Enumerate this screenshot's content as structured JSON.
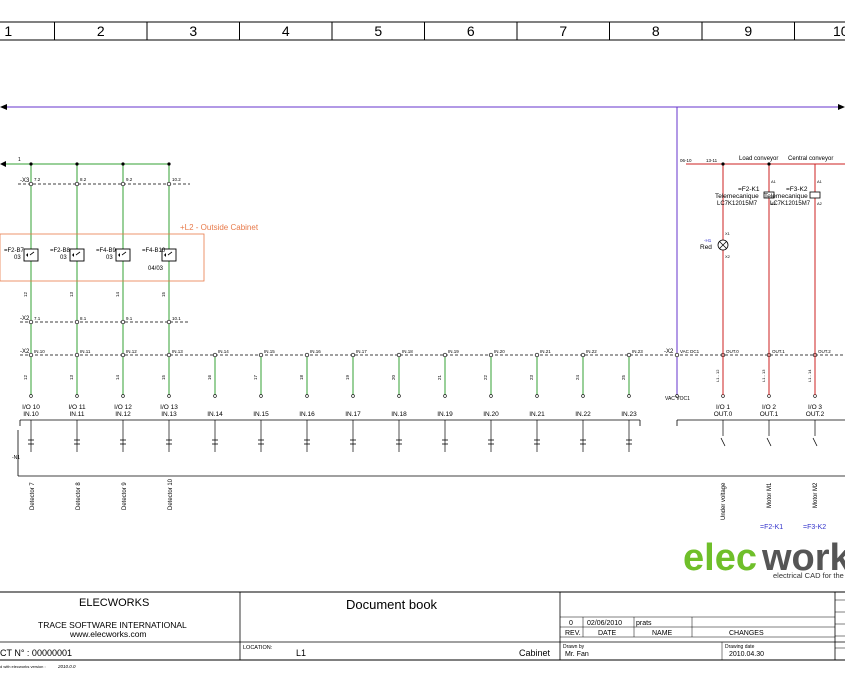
{
  "ruler": {
    "columns": [
      "1",
      "2",
      "3",
      "4",
      "5",
      "6",
      "7",
      "8",
      "9",
      "10"
    ]
  },
  "wires": {
    "top_marker": "1",
    "left_ref": "-X3",
    "row1_terms": [
      "7.2",
      "8.2",
      "9.2",
      "10.2"
    ],
    "right_top_ref_a": "06-10",
    "right_top_ref_b": "13-11",
    "x2_ref": "-X2",
    "x2_row1_terms": [
      "7.1",
      "8.1",
      "9.1",
      "10.1"
    ],
    "x2_row2_terms": [
      "IN.10",
      "IN.11",
      "IN.12",
      "IN.13",
      "IN.14",
      "IN.15",
      "IN.16",
      "IN.17",
      "IN.18",
      "IN.19",
      "IN.20",
      "IN.21",
      "IN.22",
      "IN.23"
    ],
    "wire_nums_mid": [
      "12",
      "13",
      "14",
      "15"
    ],
    "wire_nums_low": [
      "12",
      "13",
      "14",
      "15",
      "16",
      "17",
      "18",
      "19",
      "20",
      "21",
      "22",
      "23",
      "24",
      "25"
    ],
    "vac_top": "VAC DC1",
    "out_terms": [
      "OUT.0",
      "OUT.1",
      "OUT.2"
    ],
    "colors": {
      "purple": "#6633cc",
      "green": "#33a033",
      "red": "#cc2222",
      "orange": "#e87a4a",
      "blue": "#3333cc"
    }
  },
  "outside_cabinet": {
    "label": "+L2 - Outside Cabinet",
    "detectors": [
      {
        "ref": "=F2-B7",
        "sheet": "03"
      },
      {
        "ref": "=F2-B8",
        "sheet": "03"
      },
      {
        "ref": "=F4-B9",
        "sheet": "03"
      },
      {
        "ref": "=F4-B10",
        "sheet": "04/03"
      }
    ]
  },
  "right_section": {
    "load_conveyor": "Load conveyor",
    "central_conveyor": "Central conveyor",
    "k1_ref": "=F2-K1",
    "k1_desc": "Telemecanique",
    "k1_part": "LC7K12015M7",
    "k2_ref": "=F3-K2",
    "k2_desc": "Telemecanique",
    "k2_part": "LC7K12015M7",
    "a1": "A1",
    "a2": "A2",
    "lamp_ref": "-H1",
    "lamp_color": "Red",
    "lamp_x1": "X1",
    "lamp_x2": "X2",
    "wire_labels": [
      "L1 - 12",
      "L1 - 13",
      "L1 - 14"
    ],
    "bottom_refs": [
      "=F2-K1",
      "=F3-K2"
    ]
  },
  "plc": {
    "ref": "-N1",
    "inputs_top": [
      "I/O 10",
      "I/O 11",
      "I/O 12",
      "I/O 13",
      "",
      "",
      "",
      "",
      "",
      "",
      "",
      "",
      "",
      ""
    ],
    "inputs_bottom": [
      "IN.10",
      "IN.11",
      "IN.12",
      "IN.13",
      "IN.14",
      "IN.15",
      "IN.16",
      "IN.17",
      "IN.18",
      "IN.19",
      "IN.20",
      "IN.21",
      "IN.22",
      "IN.23"
    ],
    "vac": "VAC VOC1",
    "outputs_top": [
      "I/O 1",
      "I/O 2",
      "I/O 3"
    ],
    "outputs_bottom": [
      "OUT.0",
      "OUT.1",
      "OUT.2"
    ],
    "input_desc": [
      "Detector 7",
      "Detector 8",
      "Detector 9",
      "Detector 10"
    ],
    "output_desc": [
      "Under voltage",
      "Motor M1",
      "Motor M2"
    ]
  },
  "logo": {
    "elec": "elec",
    "works": "works",
    "tagline": "electrical CAD for the"
  },
  "title_block": {
    "company": "ELECWORKS",
    "company_sub": "TRACE SOFTWARE INTERNATIONAL",
    "website": "www.elecworks.com",
    "project_label": "CT N° : 00000001",
    "doc_title": "Document book",
    "location_label": "LOCATION:",
    "location_value": "L1",
    "cabinet": "Cabinet",
    "rev_row": {
      "rev": "0",
      "date": "02/06/2010",
      "name": "prats"
    },
    "rev_header": {
      "rev": "REV.",
      "date": "DATE",
      "name": "NAME",
      "changes": "CHANGES"
    },
    "drawn_by_label": "Drawn by",
    "drawn_by": "Mr. Fan",
    "drawing_date_label": "Drawing date",
    "drawing_date": "2010.04.30",
    "version_label": "d with elecworks version :",
    "version": "2010.0.0"
  }
}
